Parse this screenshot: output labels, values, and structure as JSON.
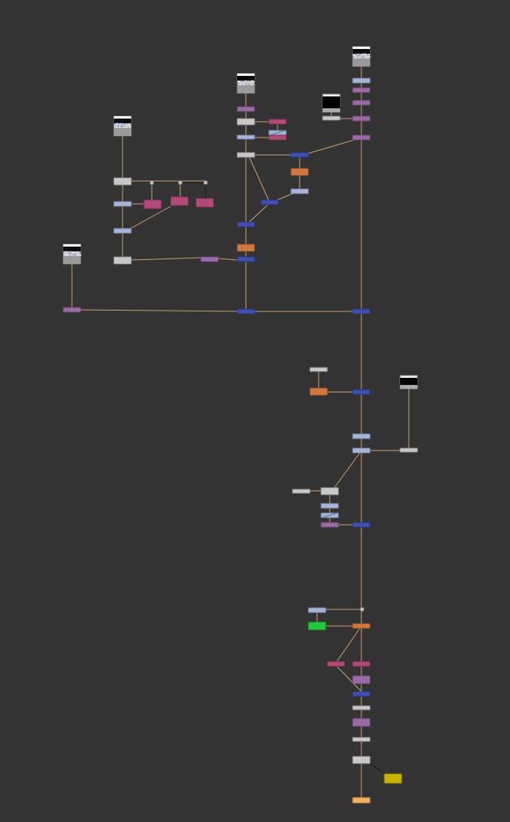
{
  "colors": {
    "background": "#333333",
    "wire": "#c8a070",
    "wire_mask": "#1a1a1a",
    "dot": "#cfcfcf"
  },
  "node_types": {
    "read": {
      "body": "#9a9a9a",
      "thumb": "viewer-thumbnail"
    },
    "constant": {
      "body": "#a8a8a8",
      "thumb": "black-thumbnail"
    },
    "transform": {
      "color": "#a6b4d6",
      "edge": "#6f7fa6"
    },
    "merge": {
      "color": "#3e4fb0",
      "edge": "#262f7a"
    },
    "colorcorrect": {
      "color": "#9a6aa4",
      "edge": "#6a4072"
    },
    "grade": {
      "color": "#b04a78",
      "edge": "#7a2a50"
    },
    "blur": {
      "color": "#d07840",
      "edge": "#8a4a20"
    },
    "noop": {
      "color": "#c8c8c8",
      "edge": "#8a8a8a"
    },
    "dot": {
      "color": "#cfcfcf",
      "edge": "#8a8a8a"
    },
    "keyer": {
      "color": "#22c83a",
      "edge": "#148022"
    },
    "viewer": {
      "color": "#c8b400",
      "edge": "#807200"
    },
    "write": {
      "color": "#f4b060",
      "edge": "#b07030"
    }
  },
  "graph": {
    "node_count": 66,
    "pipe_count": 76
  }
}
